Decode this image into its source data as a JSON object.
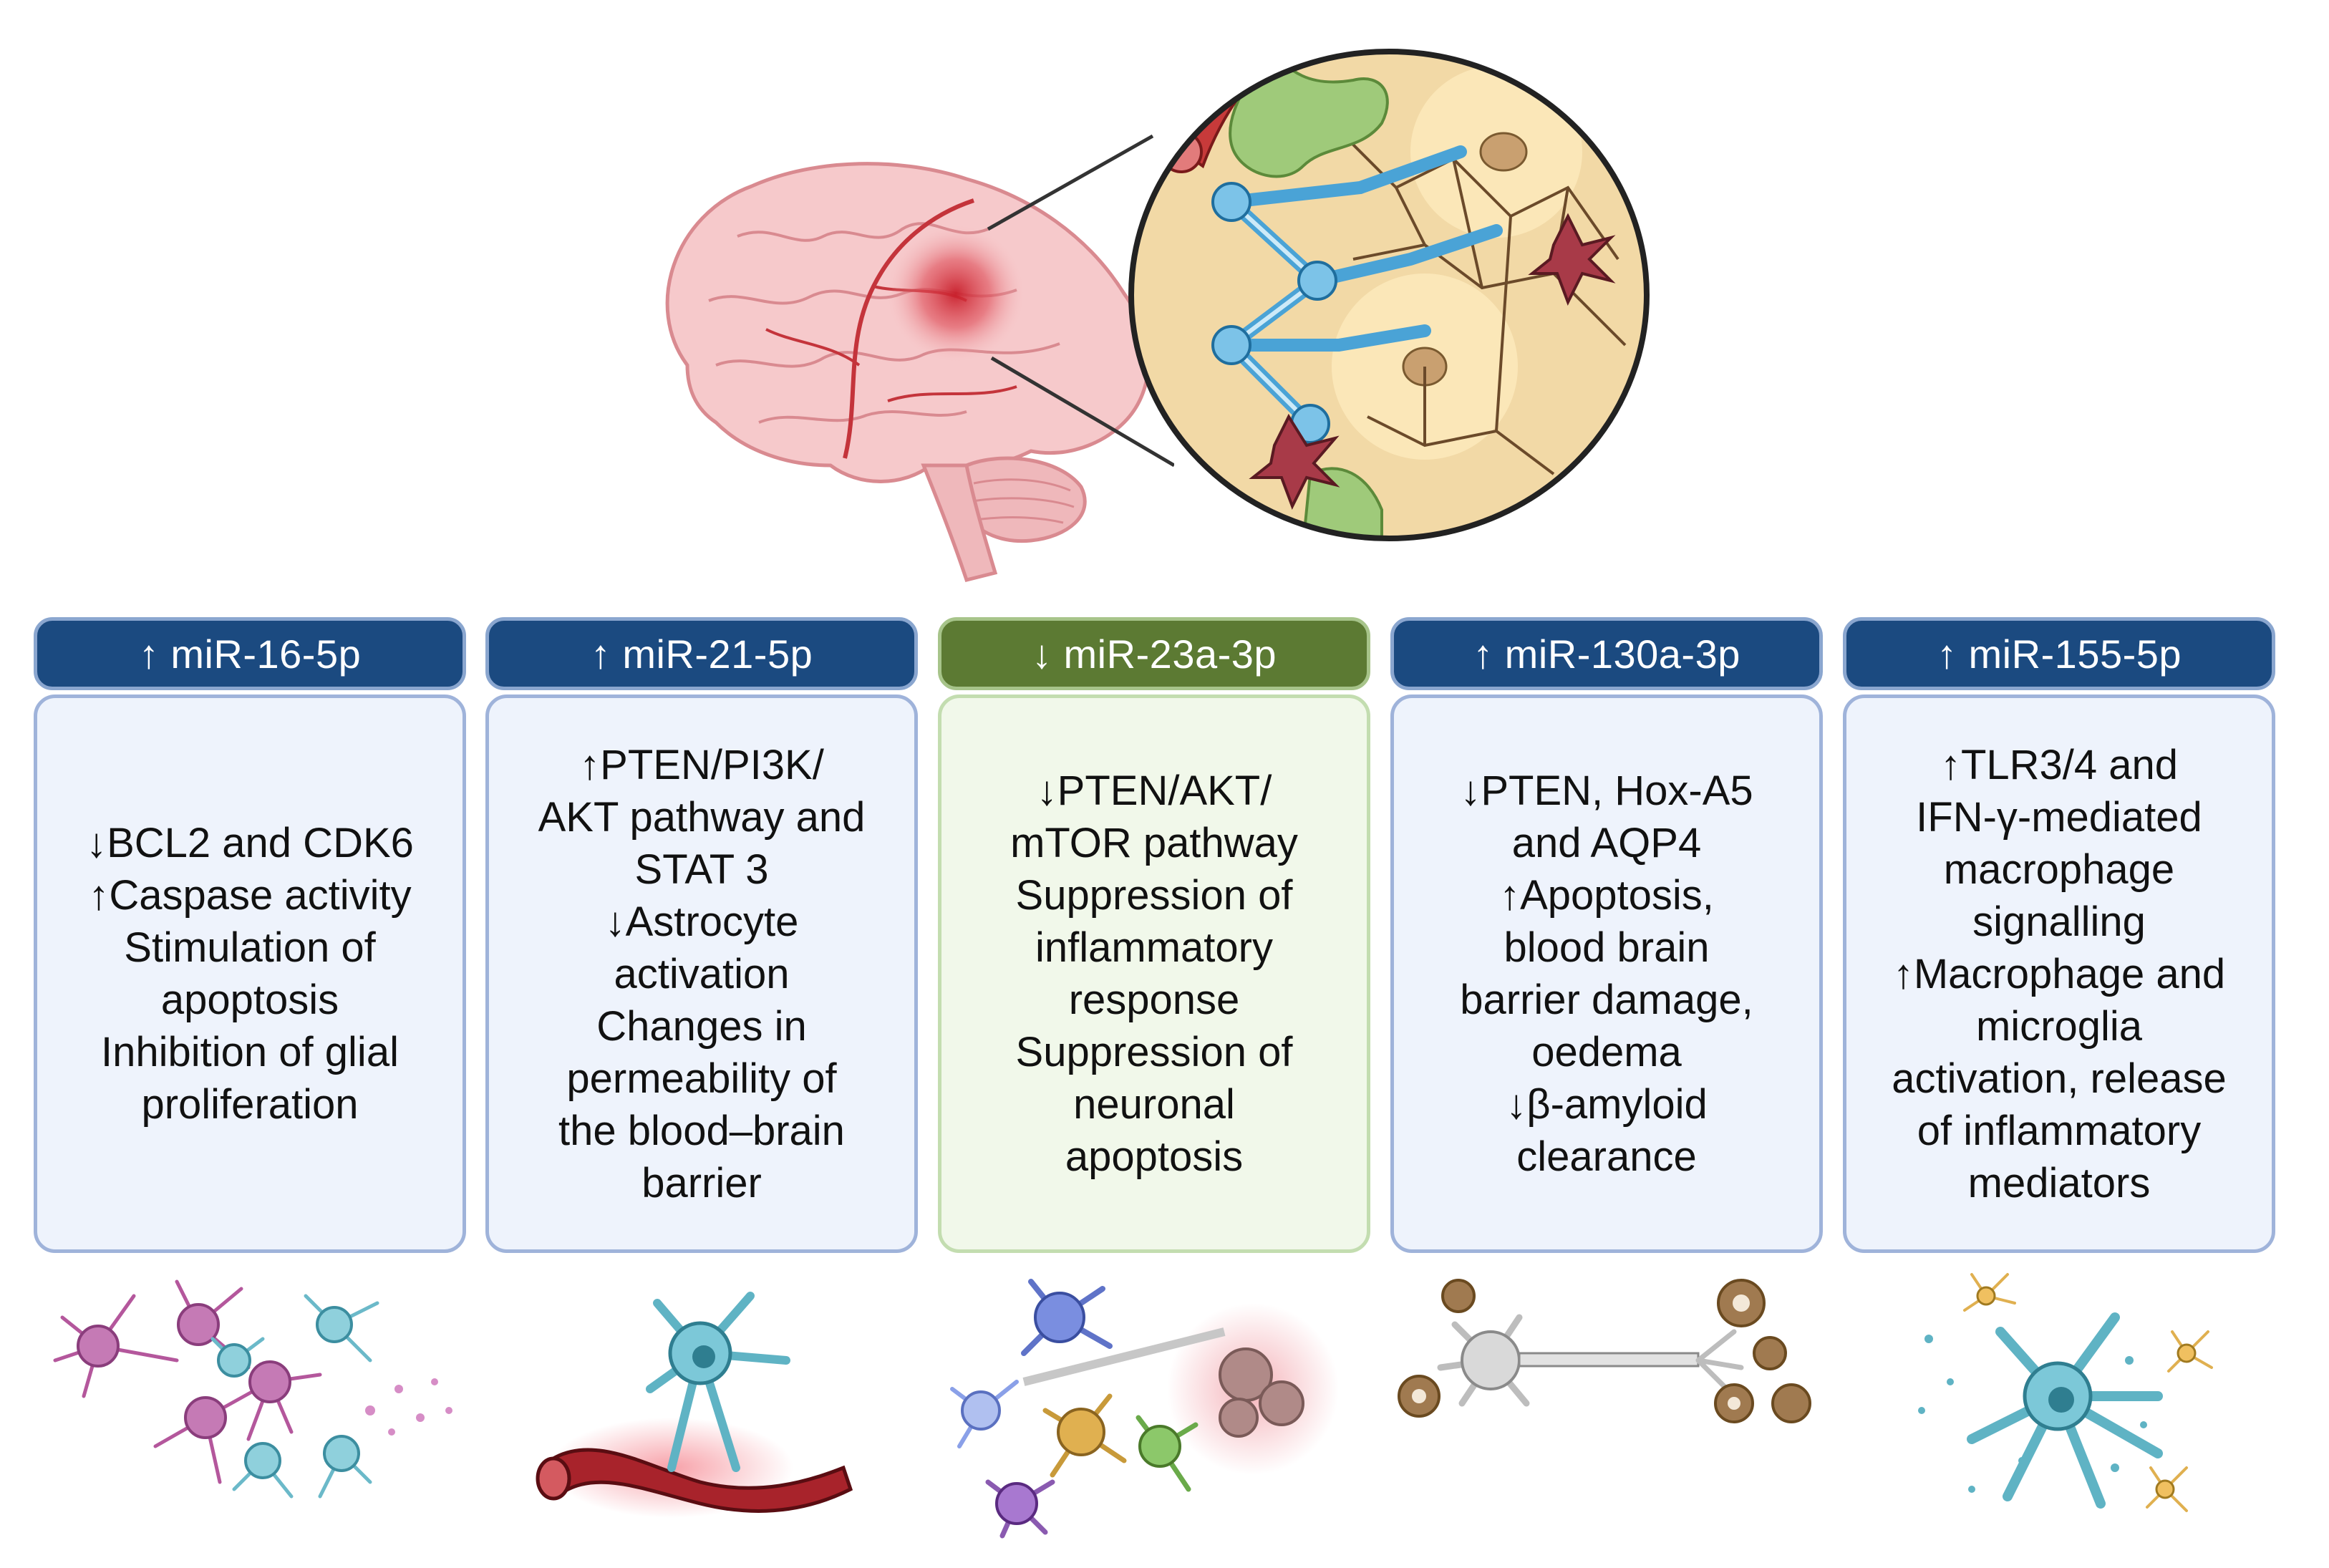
{
  "columns": [
    {
      "header": "↑ miR-16-5p",
      "direction": "up",
      "lines": [
        "↓BCL2 and CDK6",
        "↑Caspase activity",
        "Stimulation of",
        "apoptosis",
        "Inhibition of glial",
        "proliferation"
      ]
    },
    {
      "header": "↑ miR-21-5p",
      "direction": "up",
      "lines": [
        "↑PTEN/PI3K/",
        "AKT pathway and",
        "STAT 3",
        "↓Astrocyte",
        "activation",
        "Changes in",
        "permeability of",
        "the blood–brain",
        "barrier"
      ]
    },
    {
      "header": "↓ miR-23a-3p",
      "direction": "down",
      "lines": [
        "↓PTEN/AKT/",
        "mTOR pathway",
        "Suppression of",
        "inflammatory",
        "response",
        "Suppression of",
        "neuronal",
        "apoptosis"
      ]
    },
    {
      "header": "↑ miR-130a-3p",
      "direction": "up",
      "lines": [
        "↓PTEN, Hox-A5",
        "and AQP4",
        "↑Apoptosis,",
        "blood brain",
        "barrier damage,",
        "oedema",
        "↓β-amyloid",
        "clearance"
      ]
    },
    {
      "header": "↑ miR-155-5p",
      "direction": "up",
      "lines": [
        "↑TLR3/4 and",
        "IFN-γ-mediated",
        "macrophage",
        "signalling",
        "↑Macrophage and",
        "microglia",
        "activation, release",
        "of inflammatory",
        "mediators"
      ]
    }
  ],
  "colors": {
    "header_up": "#1b4a80",
    "header_down": "#5c7a33",
    "card_up": "#eef3fc",
    "card_down": "#f1f8ea"
  }
}
